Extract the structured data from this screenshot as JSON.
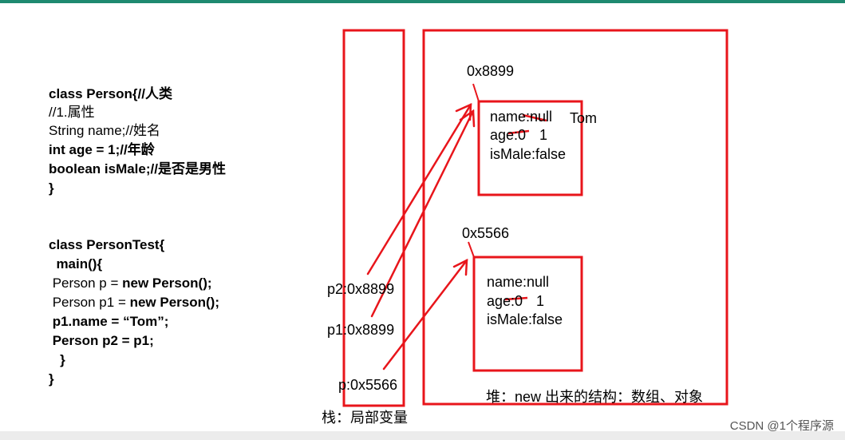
{
  "code": {
    "person_class": [
      {
        "text": "class Person{//人类",
        "bold": true
      },
      {
        "text": "//1.属性",
        "bold": false
      },
      {
        "text": "String name;//姓名",
        "bold": false
      },
      {
        "text": "int age = 1;//年龄",
        "bold": true
      },
      {
        "text": "boolean isMale;//是否是男性",
        "bold": true
      },
      {
        "text": "}",
        "bold": true
      }
    ],
    "test_class": {
      "line1": "class PersonTest{",
      "line2": "  main(){",
      "line3_plain": " Person p = ",
      "line3_bold": "new Person();",
      "line4_plain": " Person p1 = ",
      "line4_bold": "new Person();",
      "line5": " p1.name = “Tom”;",
      "line6": " Person p2 = p1;",
      "line7": "   }",
      "line8": "}"
    }
  },
  "stack": {
    "caption": "栈：局部变量",
    "vars": {
      "p2": "p2:0x8899",
      "p1": "p1:0x8899",
      "p": "p:0x5566"
    }
  },
  "heap": {
    "caption": "堆：new 出来的结构：数组、对象",
    "obj1": {
      "address": "0x8899",
      "name_field": "name:null",
      "age_field": "age:0",
      "age_new": "1",
      "is_male_field": "isMale:false",
      "name_new": "Tom"
    },
    "obj2": {
      "address": "0x5566",
      "name_field": "name:null",
      "age_field": "age:0",
      "age_new": "1",
      "is_male_field": "isMale:false"
    }
  },
  "watermark": "CSDN @1个程序源",
  "colors": {
    "accent": "#e8151b",
    "top_bar": "#1f8a70"
  }
}
